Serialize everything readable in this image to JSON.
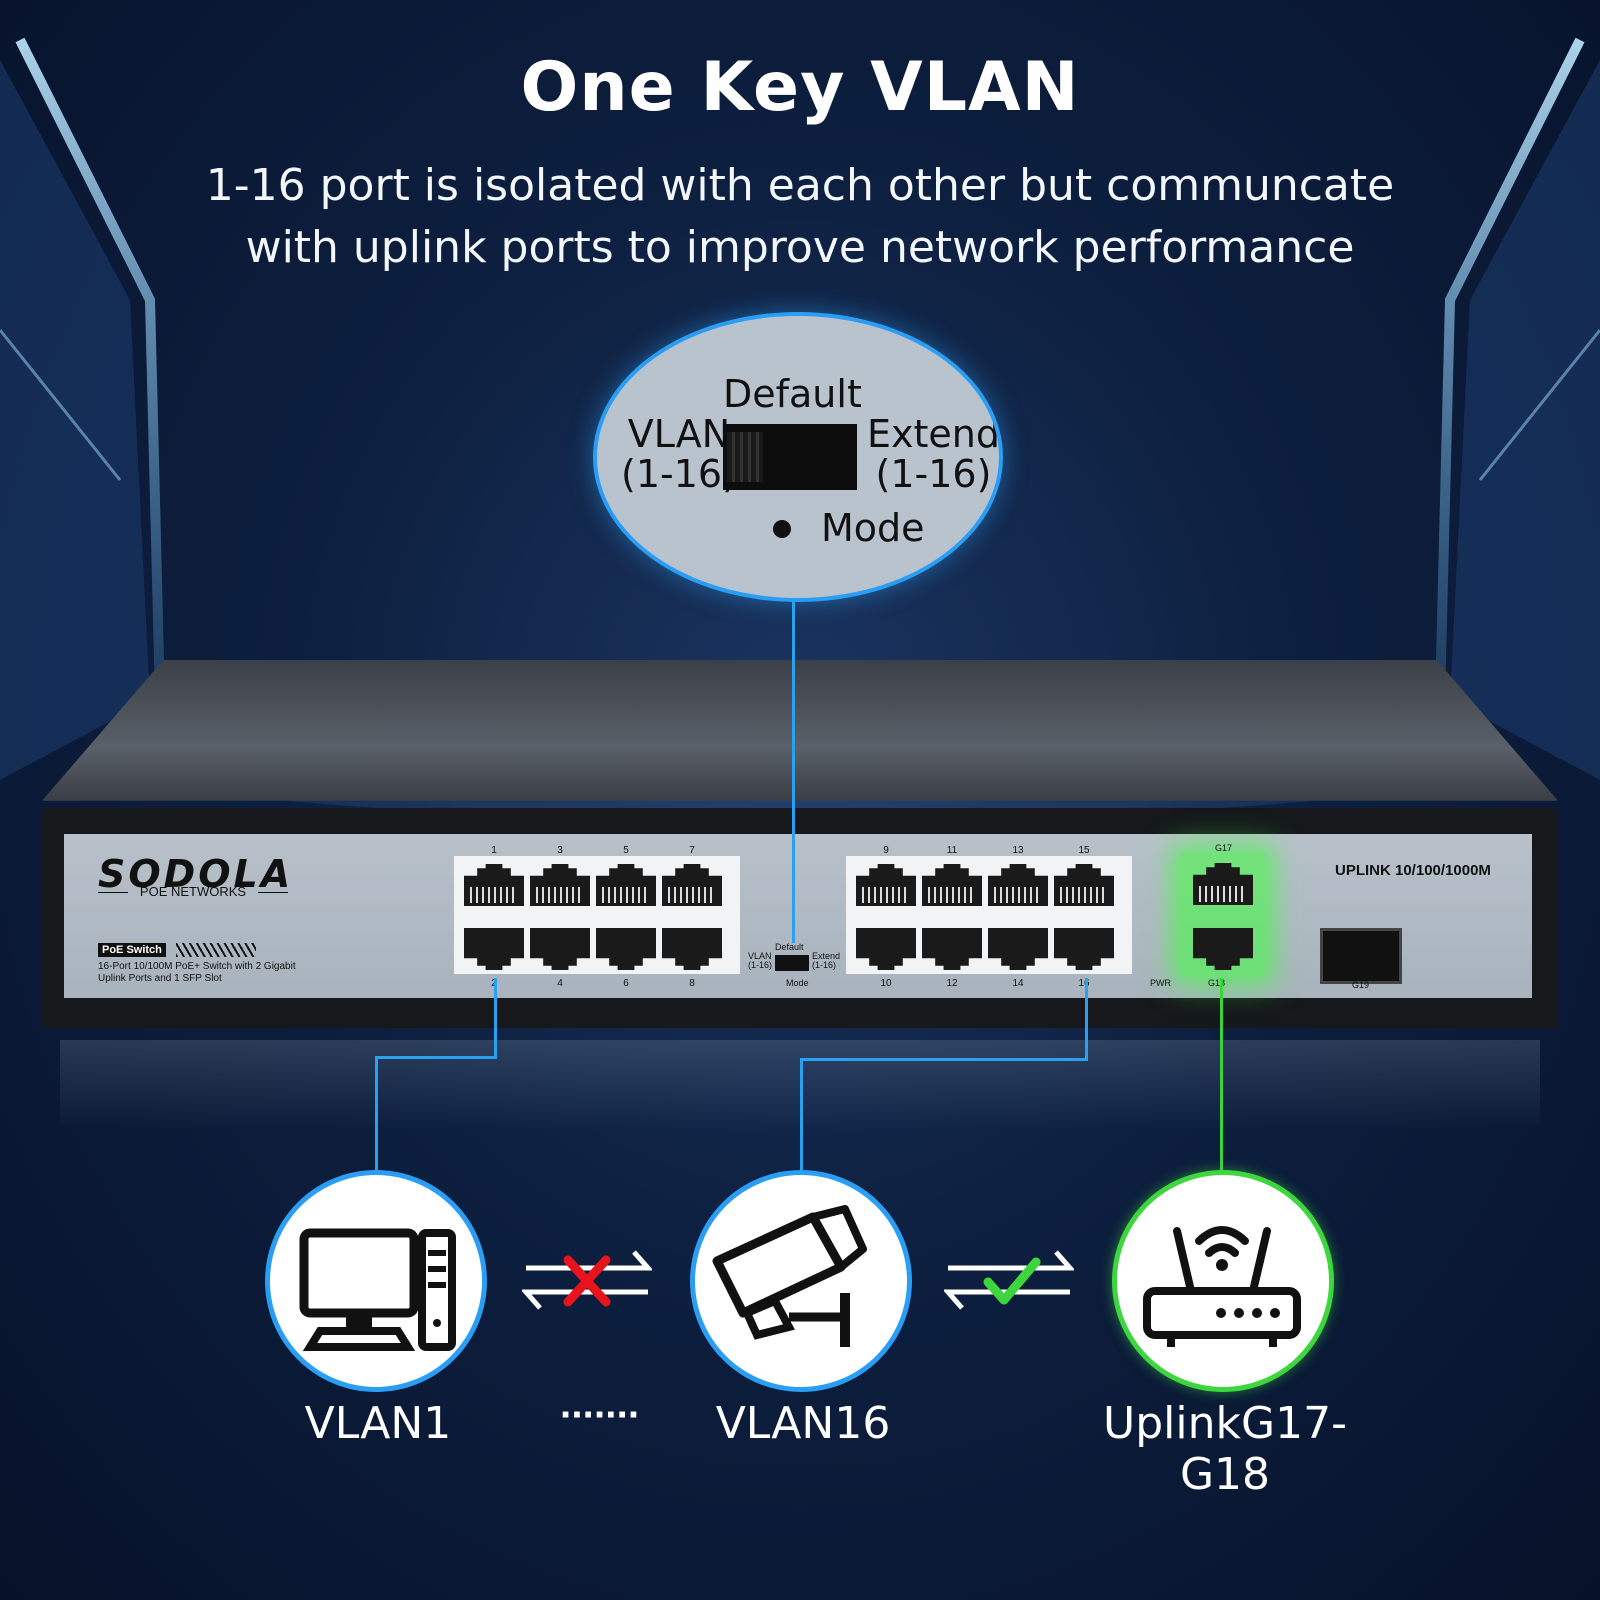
{
  "heading": {
    "title": "One Key VLAN",
    "line1": "1-16 port is isolated with each other but communcate",
    "line2": "with uplink ports to improve network performance"
  },
  "zoom": {
    "default": "Default",
    "vlan": "VLAN",
    "vlan_range": "(1-16)",
    "extend": "Extend",
    "extend_range": "(1-16)",
    "mode": "Mode"
  },
  "device": {
    "brand": "SODOLA",
    "brand_sub": "POE NETWORKS",
    "poe_tag": "PoE Switch",
    "description": "16-Port 10/100M PoE+ Switch with 2 Gigabit Uplink Ports and 1 SFP Slot",
    "uplink_label": "UPLINK 10/100/1000M",
    "ports_top_left": [
      "1",
      "3",
      "5",
      "7"
    ],
    "ports_bottom_left": [
      "2",
      "4",
      "6",
      "8"
    ],
    "ports_top_right": [
      "9",
      "11",
      "13",
      "15"
    ],
    "ports_bottom_right": [
      "10",
      "12",
      "14",
      "16"
    ],
    "g17": "G17",
    "g18": "G18",
    "g19": "G19",
    "pwr": "PWR",
    "mini_default": "Default",
    "mini_vlan": "VLAN (1-16)",
    "mini_extend": "Extend (1-16)",
    "mini_mode": "Mode"
  },
  "nodes": [
    {
      "label": "VLAN1",
      "icon": "desktop-computer-icon"
    },
    {
      "label": "VLAN16",
      "icon": "security-camera-icon"
    },
    {
      "label": "UplinkG17-G18",
      "icon": "wifi-router-icon"
    }
  ],
  "separator": "·······",
  "colors": {
    "blue_link": "#2aa0f0",
    "green_link": "#3ed63e",
    "blocked": "#e8141b",
    "allowed": "#3ed63e"
  }
}
